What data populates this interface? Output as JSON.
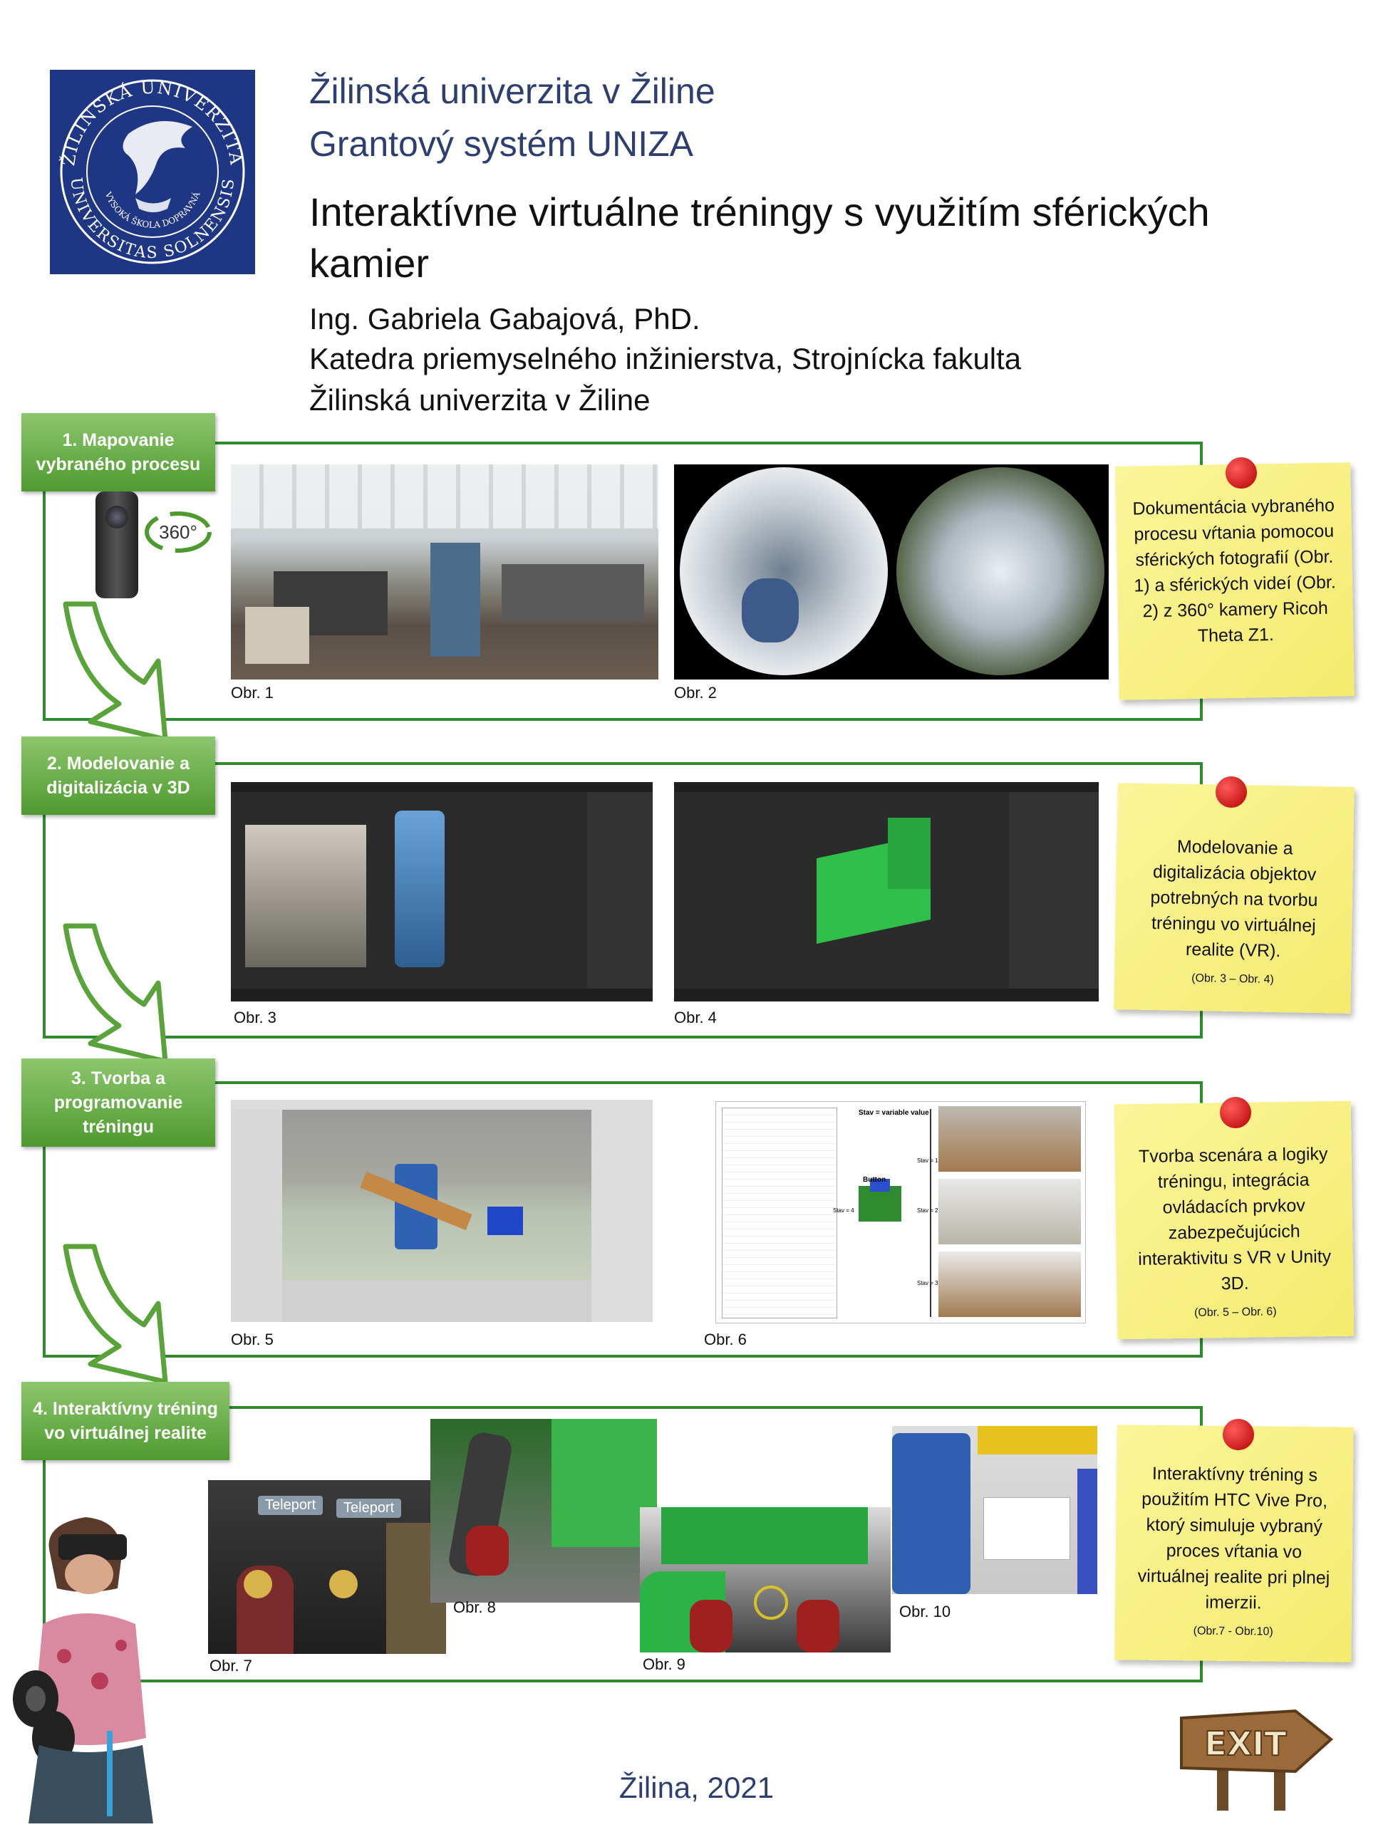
{
  "header": {
    "logo_text_top": "ŽILINSKÁ UNIVERZITA",
    "logo_text_bottom": "UNIVERSITAS SOLNENSIS",
    "logo_text_inner": "VYSOKÁ ŠKOLA DOPRAVNÁ",
    "university": "Žilinská univerzita v Žiline",
    "grant_system": "Grantový systém UNIZA",
    "project_title": "Interaktívne virtuálne tréningy s využitím sférických kamier",
    "author": "Ing. Gabriela Gabajová, PhD.",
    "department": "Katedra priemyselného inžinierstva, Strojnícka fakulta",
    "university_line": "Žilinská univerzita v Žiline"
  },
  "sections": [
    {
      "label": "1. Mapovanie vybraného procesu",
      "captions": [
        "Obr. 1",
        "Obr. 2"
      ],
      "badge": "360°",
      "note": "Dokumentácia vybraného procesu vŕtania pomocou sférických fotografií (Obr. 1) a sférických videí (Obr. 2) z 360° kamery Ricoh Theta Z1.",
      "note_ref": ""
    },
    {
      "label": "2. Modelovanie a digitalizácia v 3D",
      "captions": [
        "Obr. 3",
        "Obr. 4"
      ],
      "note": "Modelovanie a digitalizácia objektov potrebných na tvorbu tréningu vo virtuálnej realite (VR).",
      "note_ref": "(Obr. 3 – Obr. 4)"
    },
    {
      "label": "3. Tvorba a programovanie tréningu",
      "captions": [
        "Obr. 5",
        "Obr. 6"
      ],
      "note": "Tvorba scenára a logiky tréningu, integrácia ovládacích prvkov zabezpečujúcich interaktivitu s VR v Unity 3D.",
      "note_ref": "(Obr. 5 – Obr. 6)",
      "diagram": {
        "heading": "Stav = variable value",
        "button": "Button",
        "states": [
          "Stav = 1",
          "Stav = 2",
          "Stav = 3",
          "Stav = 4"
        ]
      }
    },
    {
      "label": "4. Interaktívny tréning vo virtuálnej realite",
      "captions": [
        "Obr. 7",
        "Obr. 8",
        "Obr. 9",
        "Obr. 10"
      ],
      "teleport": [
        "Teleport",
        "Teleport"
      ],
      "note": "Interaktívny tréning s použitím HTC Vive Pro, ktorý simuluje vybraný proces vŕtania vo virtuálnej realite pri plnej imerzii.",
      "note_ref": "(Obr.7 - Obr.10)"
    }
  ],
  "exit_sign": "EXIT",
  "footer": "Žilina, 2021",
  "colors": {
    "frame_green": "#2e8b2e",
    "label_green": "#6aae48",
    "note_yellow": "#f7ef7e",
    "title_blue": "#2e3e70",
    "logo_blue": "#1f3684"
  }
}
